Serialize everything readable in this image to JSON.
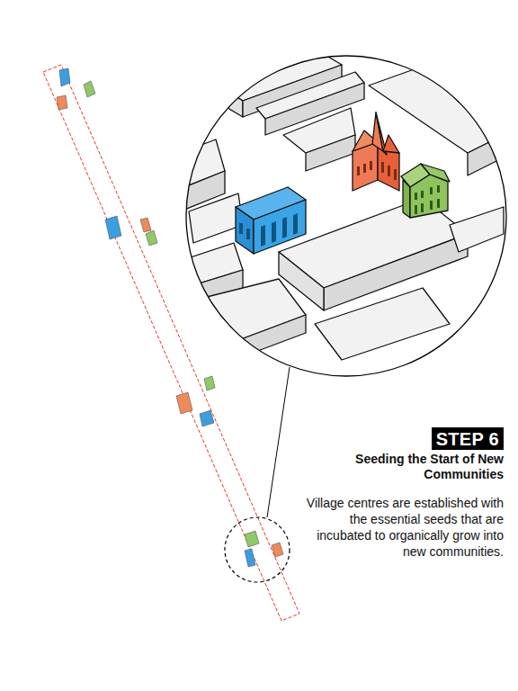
{
  "diagram": {
    "title": "STEP 6",
    "labels": [
      "Seeding the Start of New Communities",
      "Village centres are established with the essential seeds that are incubated to organically grow into new communities."
    ]
  }
}
